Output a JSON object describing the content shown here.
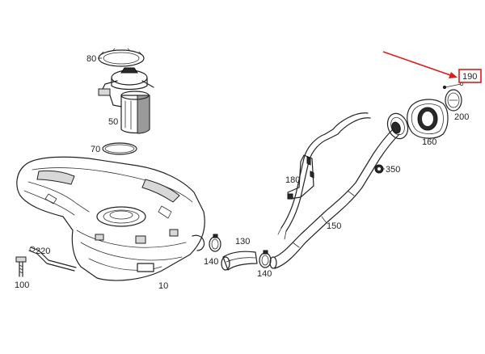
{
  "callouts": {
    "c10": "10",
    "c50": "50",
    "c70": "70",
    "c80": "80",
    "c100": "100",
    "c130": "130",
    "c140a": "140",
    "c140b": "140",
    "c150": "150",
    "c160": "160",
    "c180": "180",
    "c190": "190",
    "c200": "200",
    "c220": "220",
    "c350": "350"
  },
  "colors": {
    "highlight": "#e01b1b",
    "line": "#222222",
    "shade": "#9a9a9a"
  }
}
